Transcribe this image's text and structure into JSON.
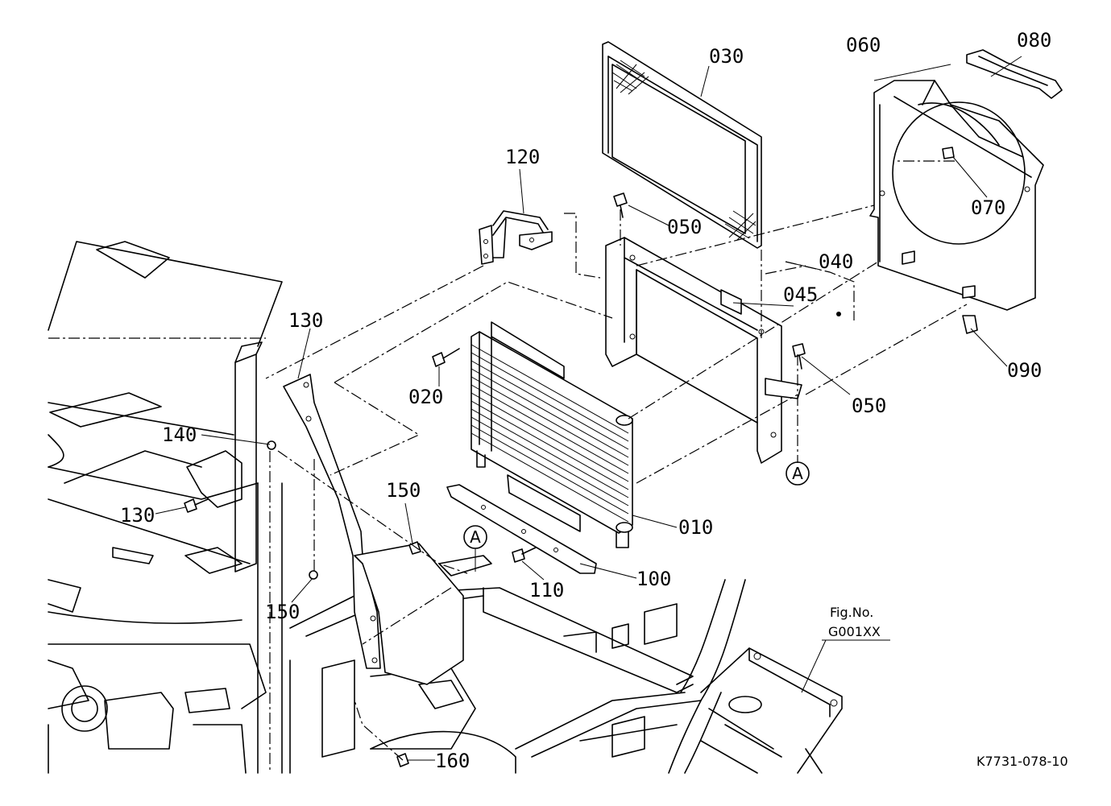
{
  "figure": {
    "fig_no_label": "Fig.No.",
    "fig_no_value": "G001XX",
    "drawing_code": "K7731-078-10",
    "ref_marker": "A"
  },
  "parts": [
    {
      "id": "010",
      "label": "010"
    },
    {
      "id": "020",
      "label": "020"
    },
    {
      "id": "030",
      "label": "030"
    },
    {
      "id": "040",
      "label": "040"
    },
    {
      "id": "045",
      "label": "045"
    },
    {
      "id": "050a",
      "label": "050"
    },
    {
      "id": "050b",
      "label": "050"
    },
    {
      "id": "060",
      "label": "060"
    },
    {
      "id": "070",
      "label": "070"
    },
    {
      "id": "080",
      "label": "080"
    },
    {
      "id": "090",
      "label": "090"
    },
    {
      "id": "100",
      "label": "100"
    },
    {
      "id": "110",
      "label": "110"
    },
    {
      "id": "120",
      "label": "120"
    },
    {
      "id": "130",
      "label": "130"
    },
    {
      "id": "140",
      "label": "140"
    },
    {
      "id": "150a",
      "label": "150"
    },
    {
      "id": "150b",
      "label": "150"
    },
    {
      "id": "160a",
      "label": "160"
    },
    {
      "id": "160b",
      "label": "160"
    }
  ]
}
